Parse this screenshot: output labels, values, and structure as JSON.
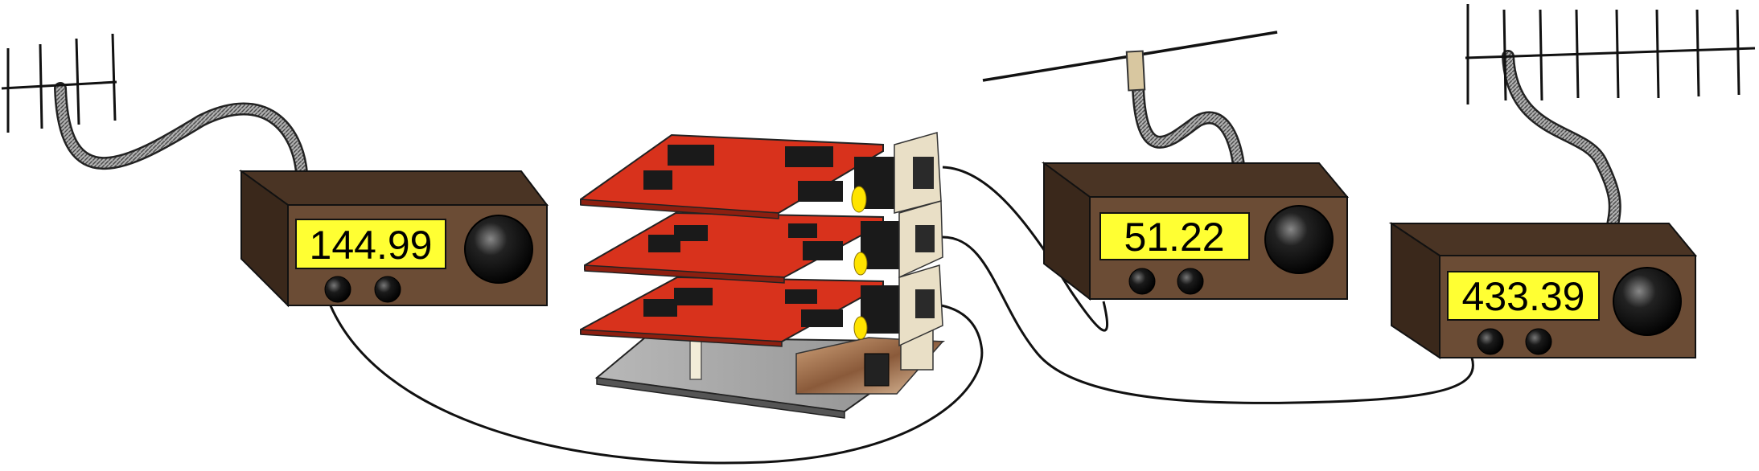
{
  "radios": [
    {
      "id": "radio-left",
      "frequency": "144.99"
    },
    {
      "id": "radio-middle",
      "frequency": "51.22"
    },
    {
      "id": "radio-right",
      "frequency": "433.39"
    }
  ],
  "colors": {
    "cabinet_front": "#6b4c35",
    "cabinet_top": "#4a3424",
    "cabinet_side": "#3a281b",
    "display": "#ffff33",
    "pcb": "#d8321c",
    "base_plate": "#9a9a9a",
    "coax": "#8c8c8c",
    "knob": "#111111",
    "standoff": "#f2ecd8",
    "led": "#ffe400"
  },
  "icons": [
    "yagi-antenna-icon",
    "dipole-antenna-icon",
    "coax-cable-icon",
    "radio-transceiver-icon",
    "pcb-stack-icon"
  ]
}
